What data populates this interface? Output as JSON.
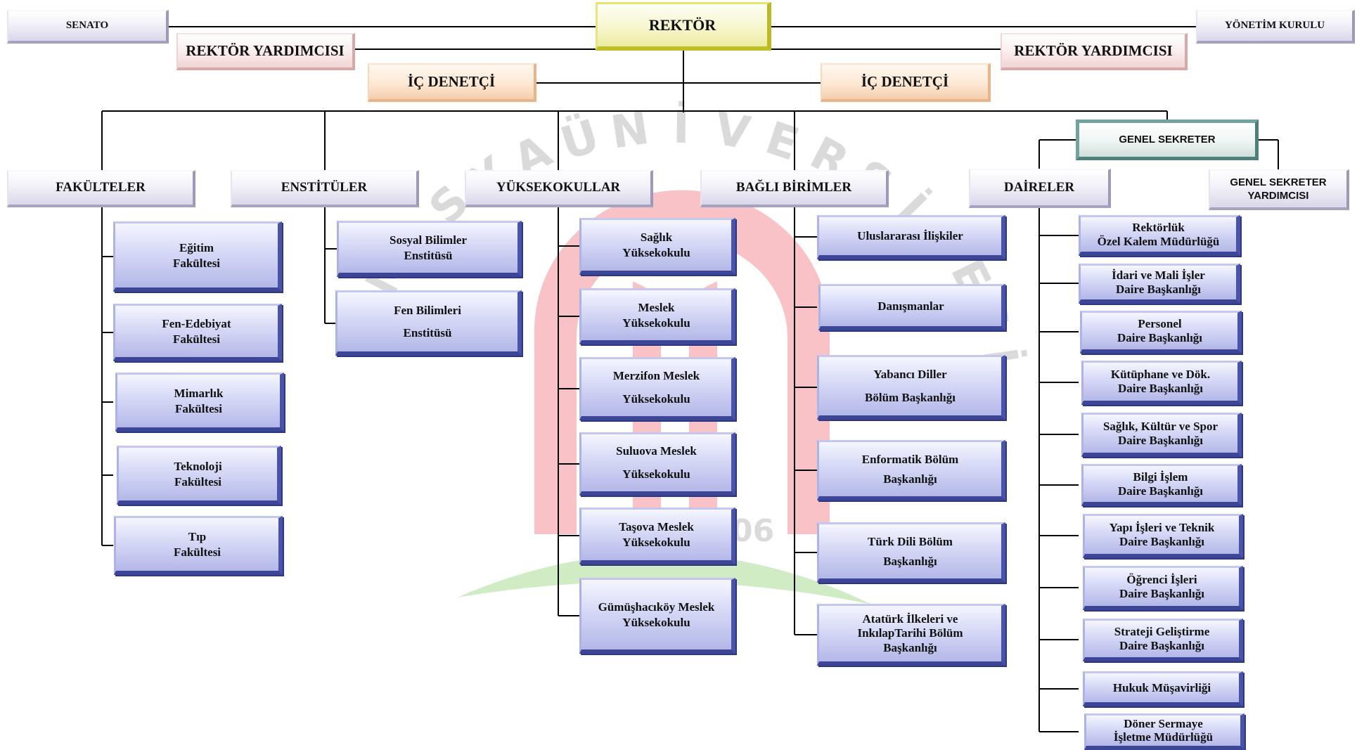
{
  "top": {
    "rector": "REKTÖR",
    "senate": "SENATO",
    "board": "YÖNETİM KURULU",
    "vice_rector_left": "REKTÖR YARDIMCISI",
    "vice_rector_right": "REKTÖR YARDIMCISI",
    "auditor_left": "İÇ DENETÇİ",
    "auditor_right": "İÇ DENETÇİ",
    "general_secretary": "GENEL SEKRETER",
    "general_secretary_deputy": "GENEL SEKRETER YARDIMCISI"
  },
  "headers": {
    "faculties": "FAKÜLTELER",
    "institutes": "ENSTİTÜLER",
    "schools": "YÜKSEKOKULLAR",
    "affiliated": "BAĞLI BİRİMLER",
    "departments": "DAİRELER"
  },
  "faculties": [
    "Eğitim\nFakültesi",
    "Fen-Edebiyat\nFakültesi",
    "Mimarlık\nFakültesi",
    "Teknoloji\nFakültesi",
    "Tıp\nFakültesi"
  ],
  "institutes": [
    "Sosyal Bilimler\nEnstitüsü",
    "Fen Bilimleri\nEnstitüsü"
  ],
  "schools": [
    "Sağlık\nYüksekokulu",
    "Meslek\nYüksekokulu",
    "Merzifon Meslek\nYüksekokulu",
    "Suluova Meslek\nYüksekokulu",
    "Taşova Meslek\nYüksekokulu",
    "Gümüşhacıköy Meslek\nYüksekokulu"
  ],
  "affiliated": [
    "Uluslararası İlişkiler",
    "Danışmanlar",
    "Yabancı Diller\nBölüm Başkanlığı",
    "Enformatik Bölüm\nBaşkanlığı",
    "Türk Dili Bölüm\nBaşkanlığı",
    "Atatürk İlkeleri ve\nInkılapTarihi Bölüm\nBaşkanlığı"
  ],
  "departments": [
    "Rektörlük\nÖzel Kalem Müdürlüğü",
    "İdari ve Mali İşler\nDaire Başkanlığı",
    "Personel\nDaire Başkanlığı",
    "Kütüphane ve Dök.\nDaire Başkanlığı",
    "Sağlık, Kültür ve Spor\nDaire Başkanlığı",
    "Bilgi İşlem\nDaire Başkanlığı",
    "Yapı İşleri ve Teknik\nDaire Başkanlığı",
    "Öğrenci İşleri\nDaire Başkanlığı",
    "Strateji Geliştirme\nDaire Başkanlığı",
    "Hukuk Müşavirliği",
    "Döner Sermaye\nİşletme Müdürlüğü"
  ],
  "watermark": {
    "letters": [
      "A",
      "M",
      "A",
      "S",
      "Y",
      "A",
      "Ü",
      "N",
      "İ",
      "V",
      "E",
      "R",
      "S",
      "İ",
      "T",
      "E",
      "S",
      "İ"
    ],
    "year": "2006",
    "colors": {
      "arch": "#e8414b",
      "leaf": "#6cc24a",
      "letters": "#8a8a8a"
    }
  }
}
